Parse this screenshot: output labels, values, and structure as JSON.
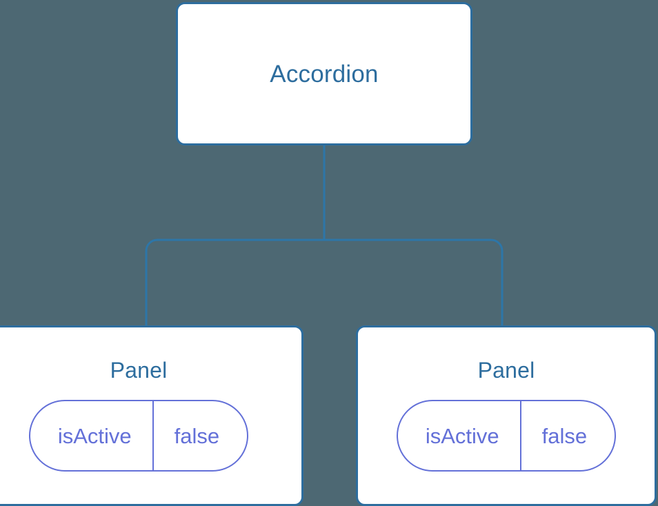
{
  "diagram": {
    "type": "component-tree",
    "background_color": "#4d6873",
    "node_border_color": "#2d6d9e",
    "node_title_color": "#2d6d9e",
    "prop_color": "#6370d8",
    "connector_color": "#2d76a8",
    "root": {
      "title": "Accordion"
    },
    "children": [
      {
        "title": "Panel",
        "props": [
          {
            "key": "isActive",
            "value": "false"
          }
        ]
      },
      {
        "title": "Panel",
        "props": [
          {
            "key": "isActive",
            "value": "false"
          }
        ]
      }
    ]
  }
}
